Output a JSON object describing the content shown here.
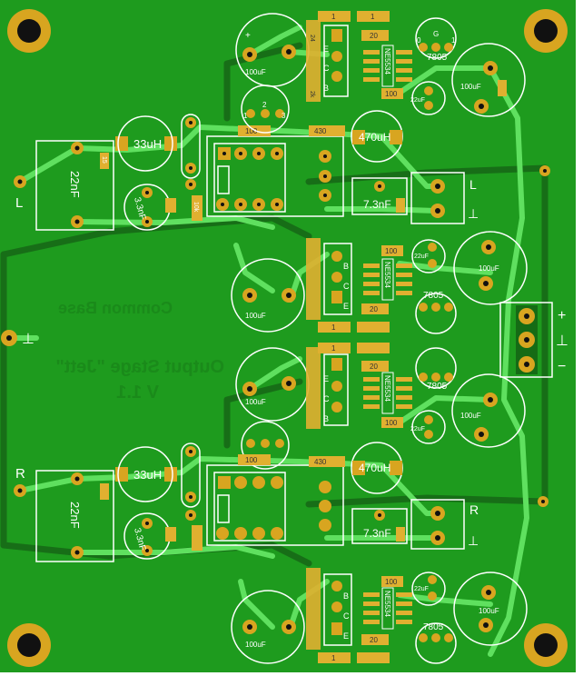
{
  "board": {
    "colors": {
      "substrate": "#1e9b1e",
      "trace": "#5fe05f",
      "trace_bottom": "#176e17",
      "pad": "#d8a520",
      "hole": "#111111",
      "silk": "#ffffff",
      "smd": "#e0b030"
    },
    "back_text": {
      "line1": "Common Base",
      "line2": "Output Stage \"Jett\"",
      "line3": "V 1.1"
    },
    "io_labels": {
      "left_in": "L",
      "right_in": "R",
      "left_out": "L",
      "right_out": "R",
      "ground": "⊥",
      "plus": "+",
      "minus": "−"
    },
    "components": {
      "inductor": "33uH",
      "cap_22n": "22nF",
      "cap_3n3": "3.3nF",
      "cap_470u": "470uH",
      "cap_7n3": "7.3nF",
      "cap_100u": "100uF",
      "cap_22u": "22uF",
      "opamp": "NE5534",
      "regulator": "7805",
      "res_1": "1",
      "res_20": "20",
      "res_100": "100",
      "res_430": "430",
      "res_24": "24",
      "res_2k": "2k",
      "res_10k": "10k",
      "res_15": "15",
      "pin_e": "E",
      "pin_c": "C",
      "pin_b": "B",
      "pin_o": "0",
      "pin_g": "G",
      "pin_i": "I",
      "pin_1": "1",
      "pin_2": "2",
      "pin_3": "3",
      "plus_mark": "+"
    }
  }
}
